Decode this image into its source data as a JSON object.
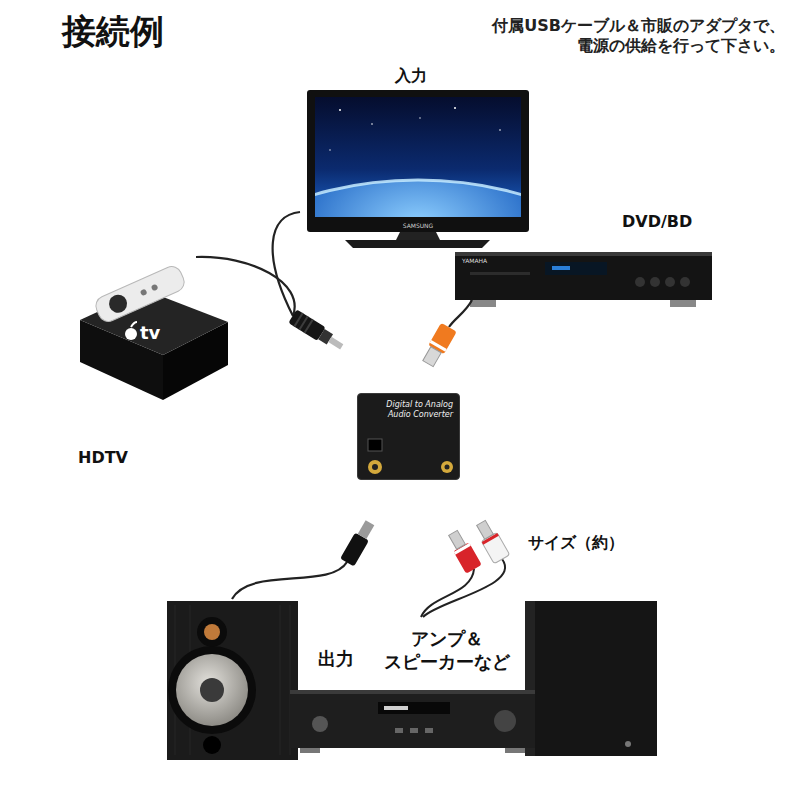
{
  "diagram": {
    "title": "接続例",
    "nodes": [
      {
        "text": [
          "Digital to Analog Audio Converter"
        ]
      }
    ],
    "labels": [
      "付属USBケーブル＆市販のアダプタで、 電源の供給を行って下さい。",
      "入力",
      "SAMSUNG",
      "DVD/BD",
      "YAMAHA",
      "tv",
      "HDTV",
      "サイズ（約）",
      "出力",
      "アンプ＆ スピーカーなど"
    ]
  }
}
